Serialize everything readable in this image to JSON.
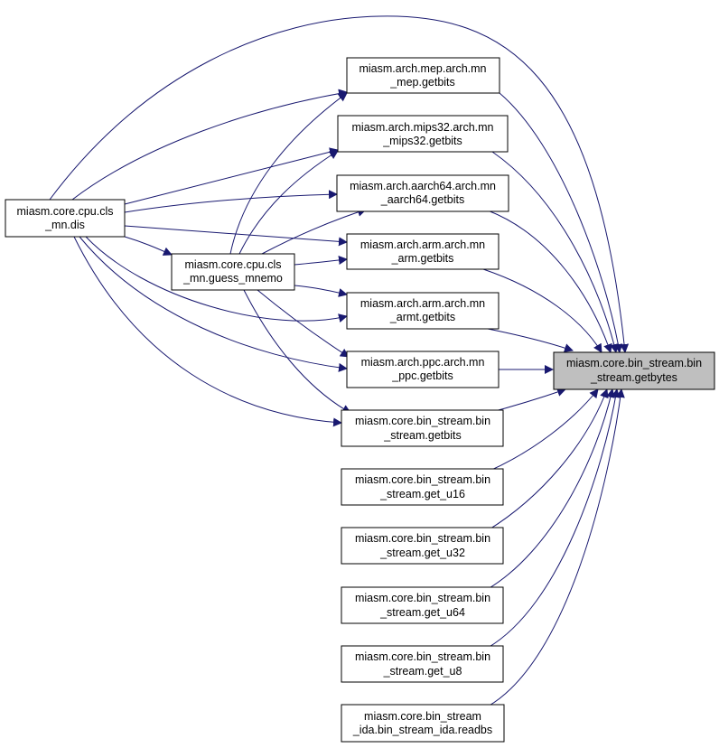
{
  "colors": {
    "edge": "#191970",
    "target_fill": "#bfbfbf",
    "node_fill": "#ffffff",
    "border": "#000000"
  },
  "nodes": {
    "dis": [
      "miasm.core.cpu.cls",
      "_mn.dis"
    ],
    "guess_mnemo": [
      "miasm.core.cpu.cls",
      "_mn.guess_mnemo"
    ],
    "mep_getbits": [
      "miasm.arch.mep.arch.mn",
      "_mep.getbits"
    ],
    "mips32_getbits": [
      "miasm.arch.mips32.arch.mn",
      "_mips32.getbits"
    ],
    "aarch64_getbits": [
      "miasm.arch.aarch64.arch.mn",
      "_aarch64.getbits"
    ],
    "arm_getbits": [
      "miasm.arch.arm.arch.mn",
      "_arm.getbits"
    ],
    "armt_getbits": [
      "miasm.arch.arm.arch.mn",
      "_armt.getbits"
    ],
    "ppc_getbits": [
      "miasm.arch.ppc.arch.mn",
      "_ppc.getbits"
    ],
    "bs_getbits": [
      "miasm.core.bin_stream.bin",
      "_stream.getbits"
    ],
    "get_u16": [
      "miasm.core.bin_stream.bin",
      "_stream.get_u16"
    ],
    "get_u32": [
      "miasm.core.bin_stream.bin",
      "_stream.get_u32"
    ],
    "get_u64": [
      "miasm.core.bin_stream.bin",
      "_stream.get_u64"
    ],
    "get_u8": [
      "miasm.core.bin_stream.bin",
      "_stream.get_u8"
    ],
    "readbs": [
      "miasm.core.bin_stream",
      "_ida.bin_stream_ida.readbs"
    ],
    "getbytes": [
      "miasm.core.bin_stream.bin",
      "_stream.getbytes"
    ]
  }
}
